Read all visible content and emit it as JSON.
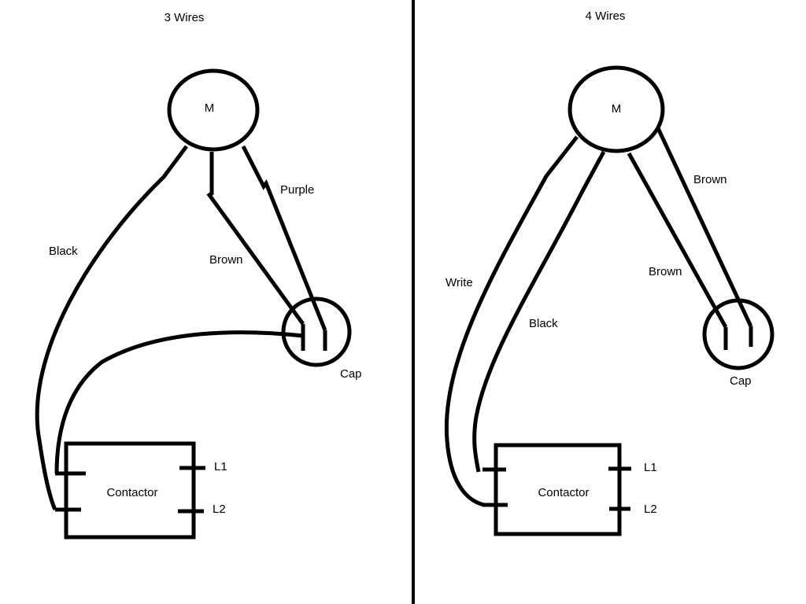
{
  "divider": {
    "color": "#000000"
  },
  "panels": [
    {
      "title": "3 Wires",
      "motor_label": "M",
      "capacitor_label": "Cap",
      "contactor_label": "Contactor",
      "terminals": [
        "L1",
        "L2"
      ],
      "wires": [
        {
          "label": "Black",
          "from": "M",
          "to": "Contactor lower-left terminal"
        },
        {
          "label": "Brown",
          "from": "M",
          "to": "Cap left terminal"
        },
        {
          "label": "Purple",
          "from": "M",
          "to": "Cap right terminal"
        },
        {
          "label": "",
          "from": "Cap left terminal",
          "to": "Contactor upper-left terminal"
        }
      ]
    },
    {
      "title": "4 Wires",
      "motor_label": "M",
      "capacitor_label": "Cap",
      "contactor_label": "Contactor",
      "terminals": [
        "L1",
        "L2"
      ],
      "wires": [
        {
          "label": "Write",
          "from": "M",
          "to": "Contactor lower-left terminal"
        },
        {
          "label": "Black",
          "from": "M",
          "to": "Contactor upper-left terminal"
        },
        {
          "label": "Brown",
          "from": "M",
          "to": "Cap left terminal"
        },
        {
          "label": "Brown",
          "from": "M",
          "to": "Cap right terminal"
        }
      ]
    }
  ]
}
